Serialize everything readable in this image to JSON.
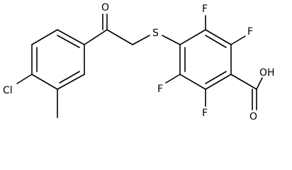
{
  "molecule": {
    "atom_labels": {
      "cl": "Cl",
      "o_ketone": "O",
      "s": "S",
      "f_upper_left": "F",
      "f_upper_right": "F",
      "f_lower_left": "F",
      "f_lower_right": "F",
      "carboxyl": "OH",
      "carboxyl_o": "O"
    },
    "colors": {
      "bond": "#000000",
      "label": "#000000",
      "background": "#ffffff"
    }
  }
}
